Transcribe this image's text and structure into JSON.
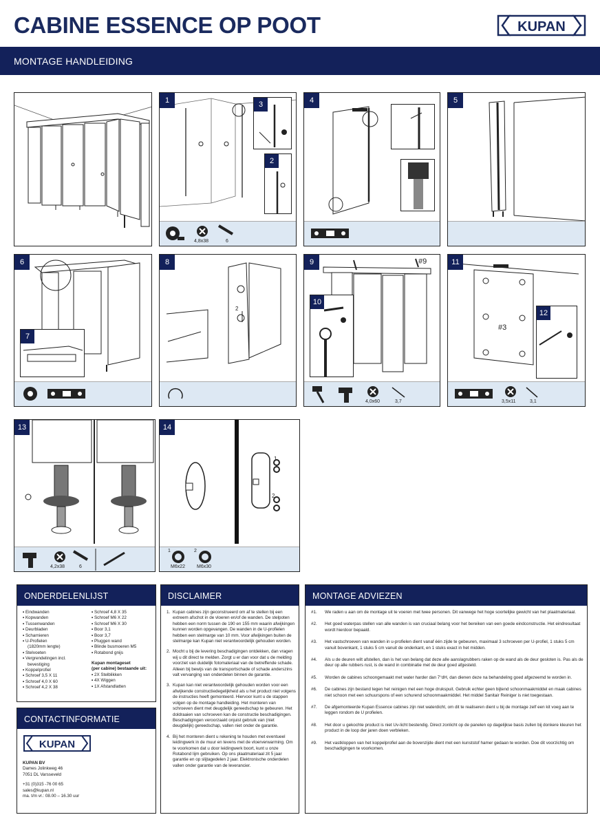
{
  "header": {
    "title": "CABINE ESSENCE OP POOT",
    "banner": "MONTAGE HANDLEIDING",
    "logo_text": "KUPAN"
  },
  "steps": {
    "s1": "1",
    "s2": "2",
    "s3": "3",
    "s4": "4",
    "s5": "5",
    "s6": "6",
    "s7": "7",
    "s8": "8",
    "s9": "9",
    "s10": "10",
    "s11": "11",
    "s12": "12",
    "s13": "13",
    "s14": "14"
  },
  "figure_labels": {
    "hash9": "#9",
    "hash3": "#3",
    "arrow_num": "2"
  },
  "tools": {
    "p1_screw": "4,8x38",
    "p1_plug": "6",
    "p9_screw": "4,0x60",
    "p9_scr": "3,7",
    "p11_screw": "3,5x11",
    "p11_scr": "3,1",
    "p13_screw": "4,2x38",
    "p13_plug": "6",
    "p14_n1": "1",
    "p14_n2": "2",
    "p14_m1": "M6x22",
    "p14_m2": "M6x30",
    "p14_fig1": "1",
    "p14_fig2": "2"
  },
  "parts": {
    "title": "ONDERDELENLIJST",
    "col1": [
      "Eindwanden",
      "Kopwanden",
      "Tussenwanden",
      "Deurbladen",
      "Scharnieren",
      "U-Profielen",
      "(1820mm lengte)",
      "Stelvoeten",
      "Vergrendelingen incl.",
      "bevestiging",
      "Koppelprofiel",
      "Schroef 3,5 X 11",
      "Schroef 4,0 X 60",
      "Schroef 4,2 X 38"
    ],
    "col2": [
      "Schroef 4,8 X 35",
      "Schroef M6 X 22",
      "Schroef M6 X 30",
      "Boor 3,1",
      "Boor 3,7",
      "Pluggen wand",
      "Blinde busmoeren M5",
      "Rotabond gnijs"
    ],
    "set_title": "Kupan montageset",
    "set_sub": "(per cabine) bestaande uit:",
    "set_items": [
      "2X Stelblikken",
      "4X Wiggen",
      "1X Afstandlatten"
    ]
  },
  "contact": {
    "title": "CONTACTINFORMATIE",
    "logo_text": "KUPAN",
    "company": "KUPAN BV",
    "address1": "Dames Jolinkweg 46",
    "address2": "7051 DL Varsseveld",
    "phone": "+31 (0)315 -76 00 65",
    "email": "sales@kupan.nl",
    "hours": "ma. t/m vr.: 08.00 – 16.30 uur"
  },
  "disclaimer": {
    "title": "DISCLAIMER",
    "items": [
      {
        "n": "1.",
        "text": "Kupan cabines zijn geconstrueerd om af te stellen bij een extreem afschot in de vloeren en/of de wanden. De stelpoten hebben een norm tussen de 190 en 155 mm waarin afwijkingen kunnen worden opgevangen. De wanden in de U-profielen hebben een stelmarge van 10 mm. Voor afwijkingen buiten de stelmarge kan Kupan niet verantwoordelijk gehouden worden."
      },
      {
        "n": "2.",
        "text": "Mocht u bij de levering beschadigingen ontdekken, dan vragen wij u dit direct te melden. Zorgt u er dan voor dat u de melding voorziet van duidelijk fotomateriaal van de betreffende schade. Alleen bij bewijs van de transportschade of schade anderszins valt vervanging van onderdelen binnen de garantie."
      },
      {
        "n": "3.",
        "text": "Kupan kan niet verantwoordelijk gehouden worden voor een afwijkende constructiedegelijkheid als u het product niet volgens de instructies heeft gemonteerd. Hiervoor kunt u de stappen volgen op de montage handleiding. Het monteren van schroeven dient met deugdelijk gereedschap te gebeuren. Het doldraaien van schroeven kan de constructie beschadigingen. Beschadigingen veroorzaakt onjuist gebruik van (niet deugdelijk) gereedschap, vallen niet onder de garantie."
      },
      {
        "n": "4.",
        "text": "Bij het monteren dient u rekening te houden met eventueel leidingwerk in de muur en tevens met de vloerverwarming. Om te voorkomen dat u door leidingwerk boort, kunt u onze Rotabond lijm gebruiken. Op ons plaatmateriaal zit 5 jaar garantie en op slijtagedelen 2 jaar. Elektronische onderdelen vallen onder garantie van de leverancier."
      }
    ]
  },
  "advice": {
    "title": "MONTAGE ADVIEZEN",
    "items": [
      {
        "n": "#1.",
        "text": "We raden u aan om de montage uit te voeren met twee personen. Dit vanwege het hoge soortelijke gewicht van het plaatmateriaal."
      },
      {
        "n": "#2.",
        "text": "Het goed waterpas stellen van alle wanden is van cruciaal belang voor het bereiken van een goede eindconstructie. Het eindresultaat wordt hierdoor bepaald."
      },
      {
        "n": "#3.",
        "text": "Het vastschroeven van wanden in u-profielen dient vanaf één zijde te gebeuren, maximaal 3 schroeven per U-profiel, 1 stuks 5 cm vanuit bovenkant, 1 stuks 5 cm vanuit de onderkant, en 1 stuks exact in het midden."
      },
      {
        "n": "#4.",
        "text": "Als u de deuren wilt afstellen, dan is het van belang dat deze alle aanslagrubbers raken op de wand als de deur gesloten is. Pas als de deur op alle rubbers rust, is de wand in combinatie met de deur goed afgesteld."
      },
      {
        "n": "#5.",
        "text": "Worden de cabines schoongemaakt met water harder dan 7°dH, dan dienen deze na behandeling goed afgezeemd te worden in."
      },
      {
        "n": "#6.",
        "text": "De cabines zijn bestand tegen het reinigen met een hoge drukspuit. Gebruik echter geen bijtend schoonmaakmiddel en maak cabines niet schoon met een schuurspons of een schurend schoonmaakmiddel. Het middel Sanitair Reiniger is niet toegestaan."
      },
      {
        "n": "#7.",
        "text": "De afgemonteerde Kupan Essence cabines zijn niet waterdicht, om dit te realiseren dient u bij de montage zelf een kit voeg aan te leggen rondom de U profielen."
      },
      {
        "n": "#8.",
        "text": "Het door u gekochte product is niet Uv-licht bestendig. Direct zonlicht op de panelen op dagelijkse basis zullen bij donkere kleuren het product in de loop der jaren doen verbleken."
      },
      {
        "n": "#9.",
        "text": "Het vastkloppen van het koppelprofiel aan de bovenzijde dient met een kunststof hamer gedaan te worden. Doe dit voorzichtig om beschadigingen te voorkomen."
      }
    ]
  },
  "colors": {
    "brand_navy": "#13215a",
    "strip_blue": "#dde8f3"
  }
}
